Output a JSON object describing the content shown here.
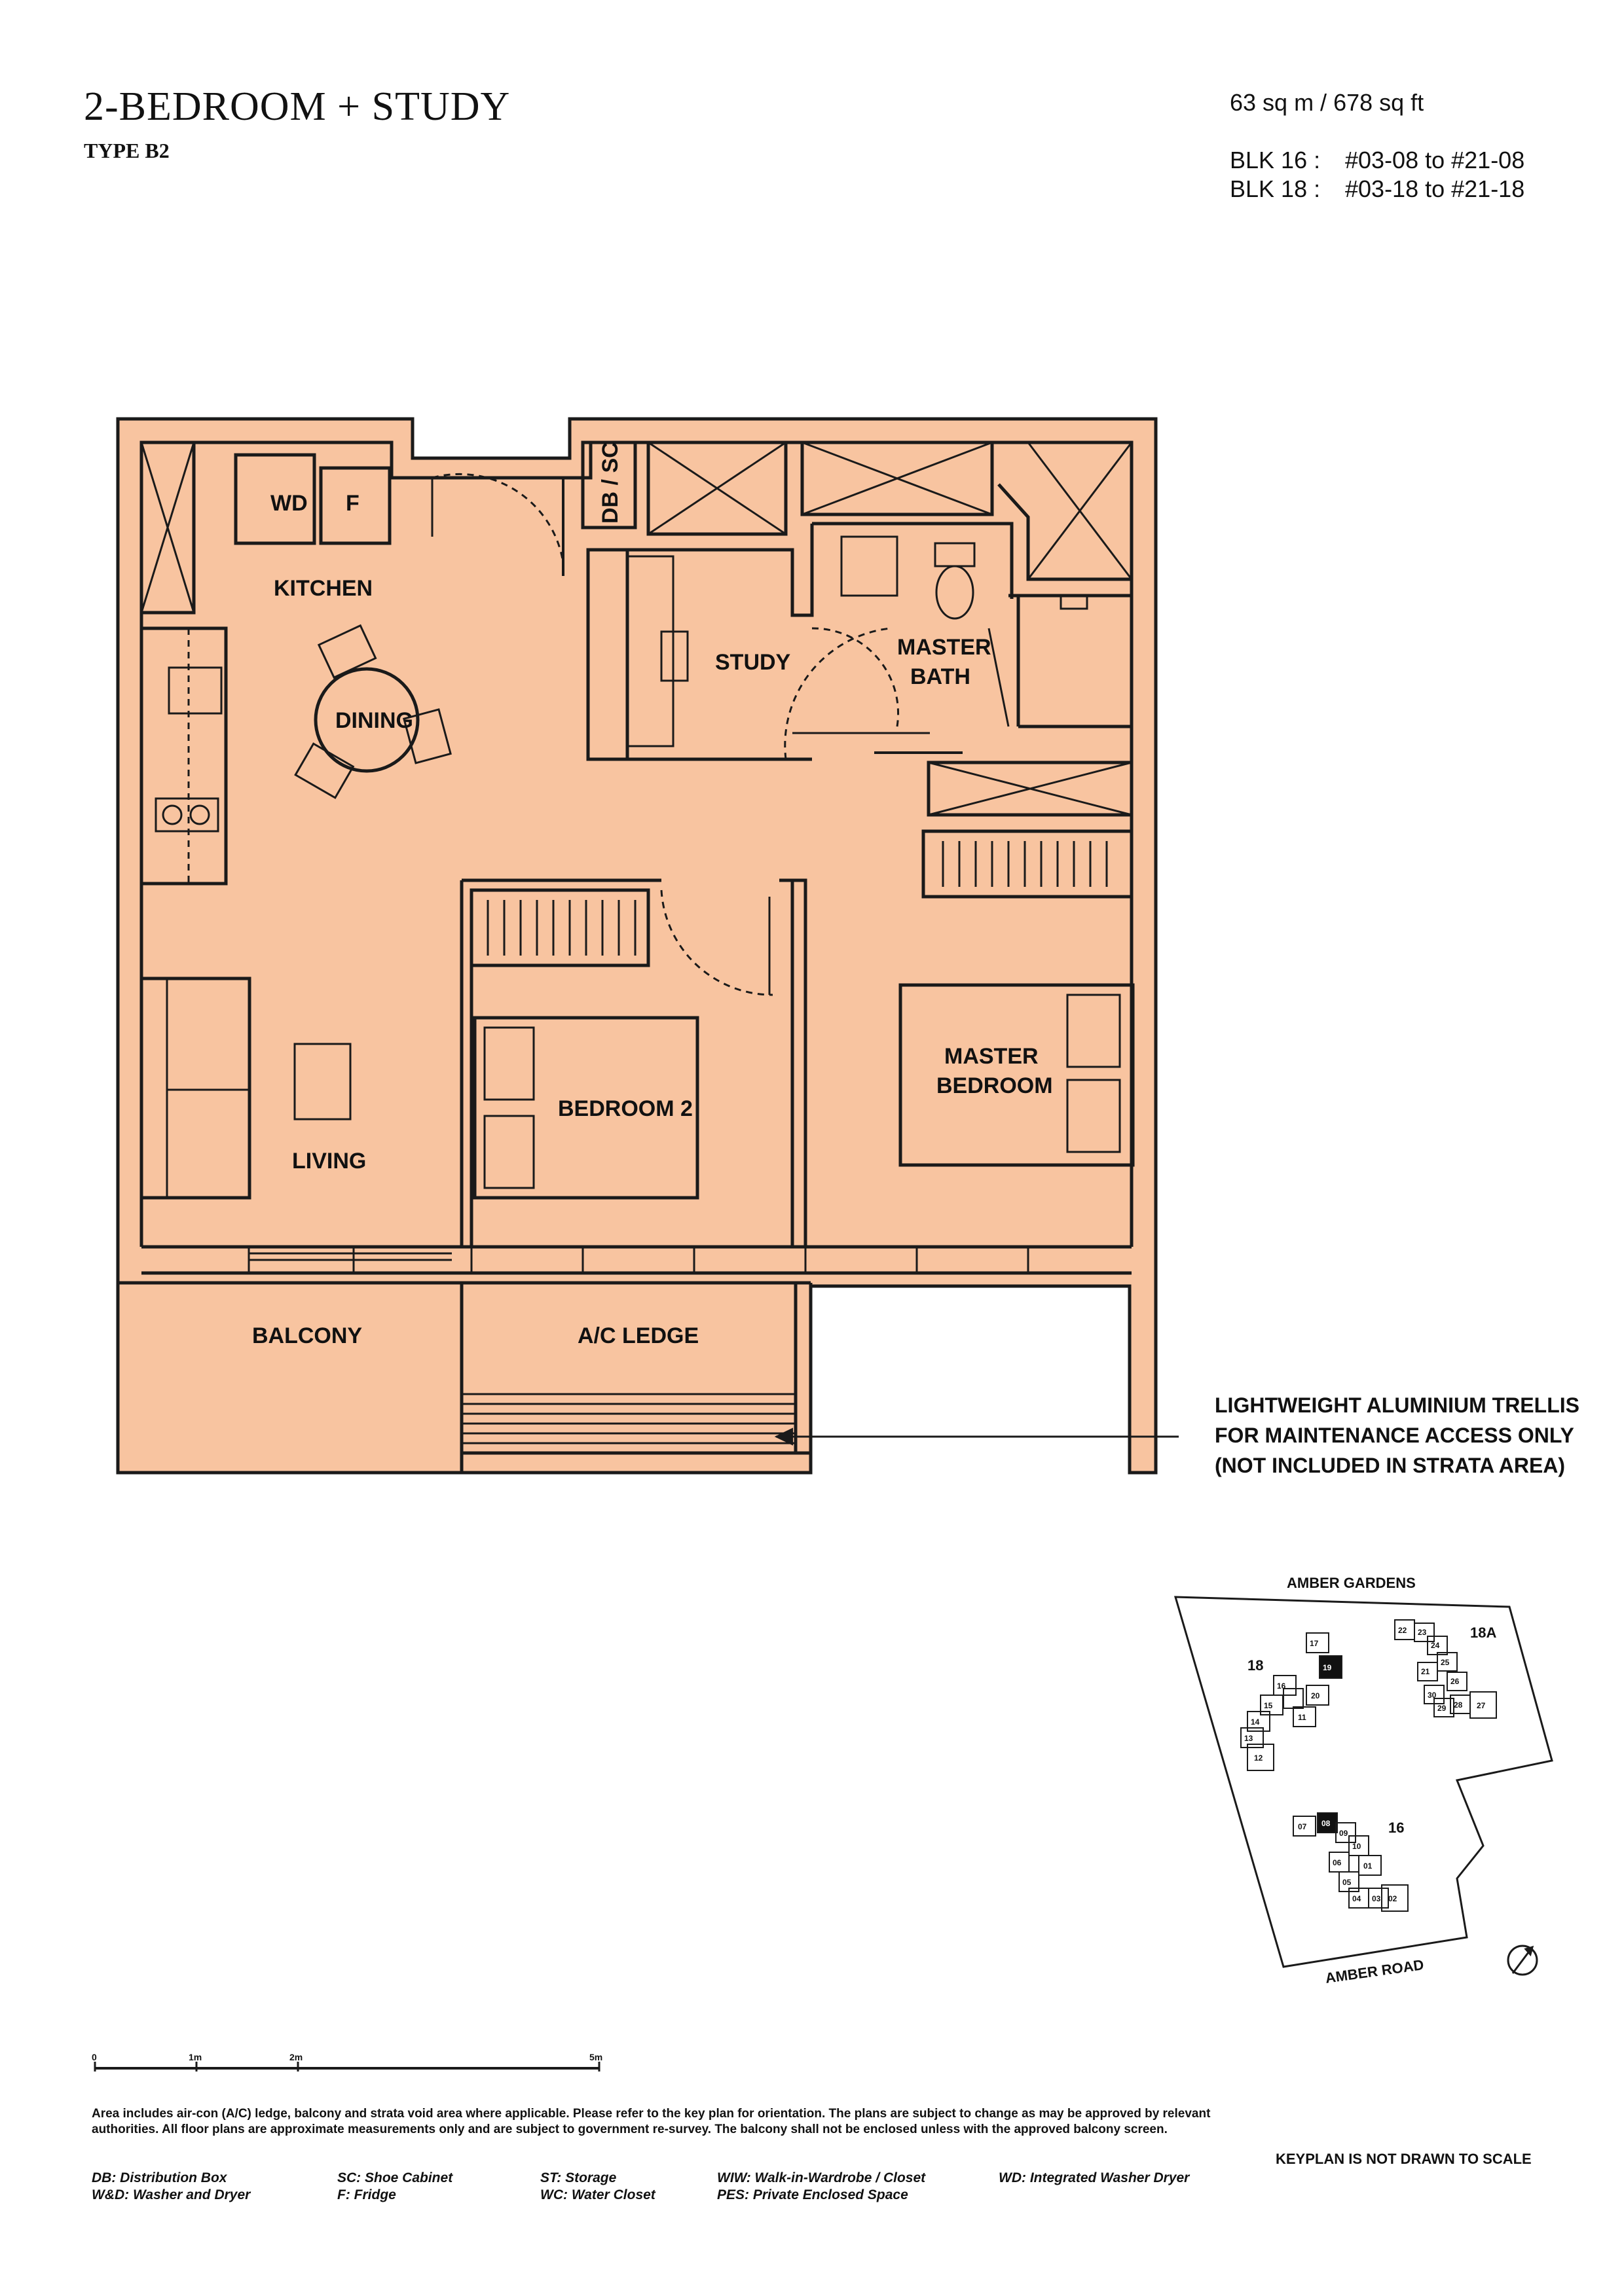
{
  "header": {
    "title": "2-BEDROOM + STUDY",
    "subtitle": "TYPE B2",
    "area": "63 sq m / 678 sq ft",
    "blocks": [
      {
        "label": "BLK 16 :",
        "units": "#03-08 to #21-08"
      },
      {
        "label": "BLK 18 :",
        "units": "#03-18 to #21-18"
      }
    ]
  },
  "plan": {
    "rooms": {
      "wd": "WD",
      "fridge": "F",
      "db_sc": "DB / SC",
      "kitchen": "KITCHEN",
      "dining": "DINING",
      "study": "STUDY",
      "master_bath_1": "MASTER",
      "master_bath_2": "BATH",
      "living": "LIVING",
      "bedroom2": "BEDROOM 2",
      "master_bedroom_1": "MASTER",
      "master_bedroom_2": "BEDROOM",
      "balcony": "BALCONY",
      "ac_ledge": "A/C LEDGE"
    },
    "trellis_note": [
      "LIGHTWEIGHT ALUMINIUM TRELLIS",
      "FOR MAINTENANCE ACCESS ONLY",
      "(NOT INCLUDED IN STRATA AREA)"
    ],
    "fill_color": "#F8C4A0",
    "line_color": "#1A1A1A"
  },
  "keyplan": {
    "top_road": "AMBER GARDENS",
    "bottom_road": "AMBER ROAD",
    "block_labels": [
      "18",
      "18A",
      "16"
    ],
    "unit_numbers": [
      "17",
      "19",
      "16",
      "20",
      "15",
      "11",
      "14",
      "13",
      "12",
      "22",
      "23",
      "24",
      "25",
      "21",
      "26",
      "30",
      "29",
      "28",
      "27",
      "07",
      "08",
      "09",
      "10",
      "06",
      "01",
      "05",
      "04",
      "03",
      "02"
    ],
    "scale_note": "KEYPLAN IS NOT DRAWN TO SCALE",
    "highlight_color": "#111111",
    "compass_icon": "north-arrow-icon"
  },
  "scale_bar": {
    "ticks": [
      "0",
      "1m",
      "2m",
      "5m"
    ]
  },
  "disclaimer": "Area includes air-con (A/C) ledge, balcony and strata void area where applicable. Please refer to the key plan for orientation. The plans are subject to change as may be approved by relevant authorities. All floor plans are approximate measurements only and are subject to government re-survey. The balcony shall not be enclosed unless with the approved balcony screen.",
  "legend": [
    [
      "DB: Distribution Box",
      "W&D: Washer and Dryer"
    ],
    [
      "SC: Shoe Cabinet",
      "F: Fridge"
    ],
    [
      "ST: Storage",
      "WC: Water Closet"
    ],
    [
      "WIW: Walk-in-Wardrobe / Closet",
      "PES: Private Enclosed Space"
    ],
    [
      "WD: Integrated Washer Dryer"
    ]
  ]
}
